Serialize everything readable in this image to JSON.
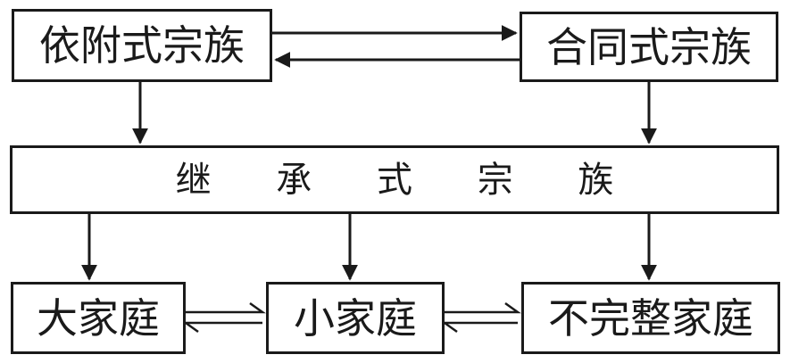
{
  "nodes": {
    "dependent_clan": "依附式宗族",
    "contract_clan": "合同式宗族",
    "inheritance_clan": "继 承 式 宗 族",
    "large_family": "大家庭",
    "small_family": "小家庭",
    "incomplete_family": "不完整家庭"
  },
  "colors": {
    "stroke": "#1a1a1a",
    "background": "#ffffff"
  }
}
